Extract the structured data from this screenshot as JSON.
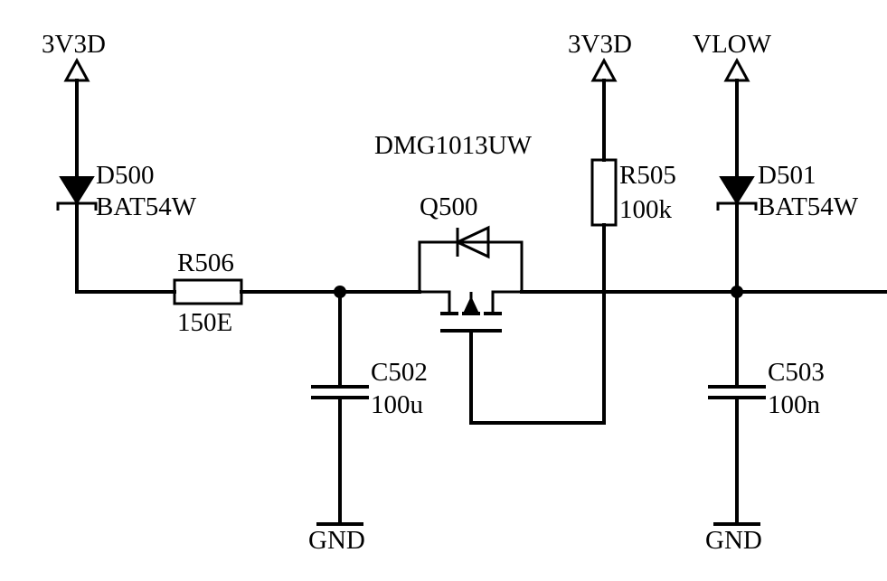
{
  "nets": {
    "supply_left": "3V3D",
    "supply_mid": "3V3D",
    "supply_right": "VLOW",
    "ground_left": "GND",
    "ground_right": "GND"
  },
  "components": {
    "d500": {
      "ref": "D500",
      "value": "BAT54W"
    },
    "d501": {
      "ref": "D501",
      "value": "BAT54W"
    },
    "r506": {
      "ref": "R506",
      "value": "150E"
    },
    "r505": {
      "ref": "R505",
      "value": "100k"
    },
    "c502": {
      "ref": "C502",
      "value": "100u"
    },
    "c503": {
      "ref": "C503",
      "value": "100n"
    },
    "q500": {
      "ref": "Q500",
      "part": "DMG1013UW"
    }
  }
}
